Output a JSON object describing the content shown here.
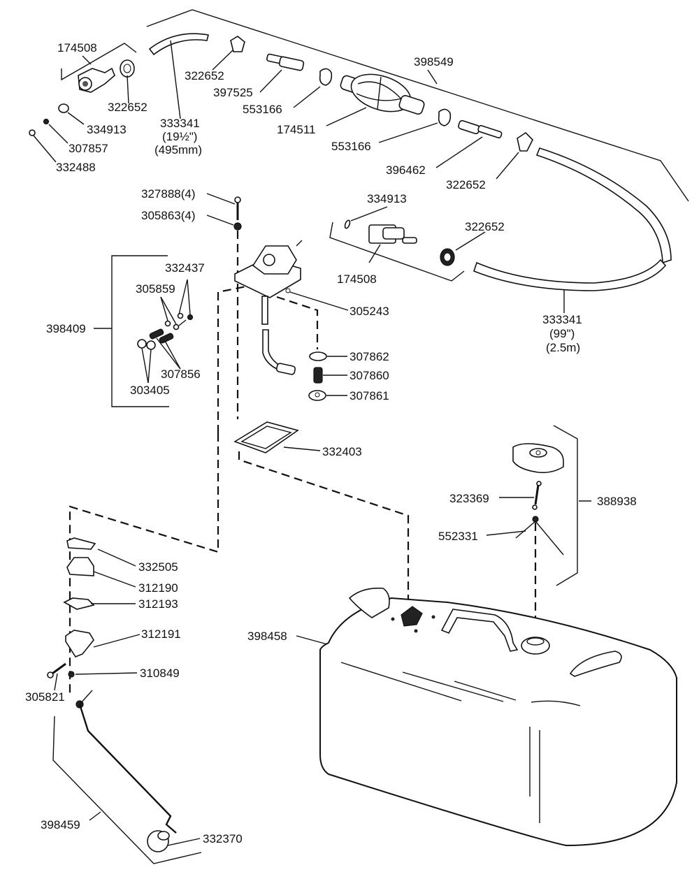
{
  "diagram": {
    "title": "Portable fuel tank and fuel line assembly exploded view",
    "labels": {
      "fitting_174508_top": "174508",
      "clamp_322652_a": "322652",
      "clamp_322652_b": "322652",
      "oring_334913_top": "334913",
      "ball_307857": "307857",
      "ball_332488": "332488",
      "hose_333341_short": "333341",
      "hose_333341_short_len_in": "(19½\")",
      "hose_333341_short_len_mm": "(495mm)",
      "connector_397525": "397525",
      "clip_553166_a": "553166",
      "primer_174511": "174511",
      "clip_553166_b": "553166",
      "line_assy_398549": "398549",
      "connector_396462": "396462",
      "clamp_322652_c": "322652",
      "oring_334913_mid": "334913",
      "clamp_322652_d": "322652",
      "fitting_174508_mid": "174508",
      "hose_333341_long": "333341",
      "hose_333341_long_len_in": "(99\")",
      "hose_333341_long_len_m": "(2.5m)",
      "screw_327888": "327888(4)",
      "washer_305863": "305863(4)",
      "check_valve_kit_398409": "398409",
      "valve_332437": "332437",
      "valve_305859": "305859",
      "spring_307856": "307856",
      "ball_303405": "303405",
      "plug_305243": "305243",
      "disc_307862": "307862",
      "spring_307860": "307860",
      "seat_307861": "307861",
      "gasket_332403": "332403",
      "cap_assy_388938": "388938",
      "chain_323369": "323369",
      "retainer_552331": "552331",
      "tank_398458": "398458",
      "gasket_332505": "332505",
      "cover_312190": "312190",
      "plate_312193": "312193",
      "bracket_312191": "312191",
      "screw_310849": "310849",
      "pin_305821": "305821",
      "float_arm_398459": "398459",
      "float_332370": "332370"
    }
  }
}
